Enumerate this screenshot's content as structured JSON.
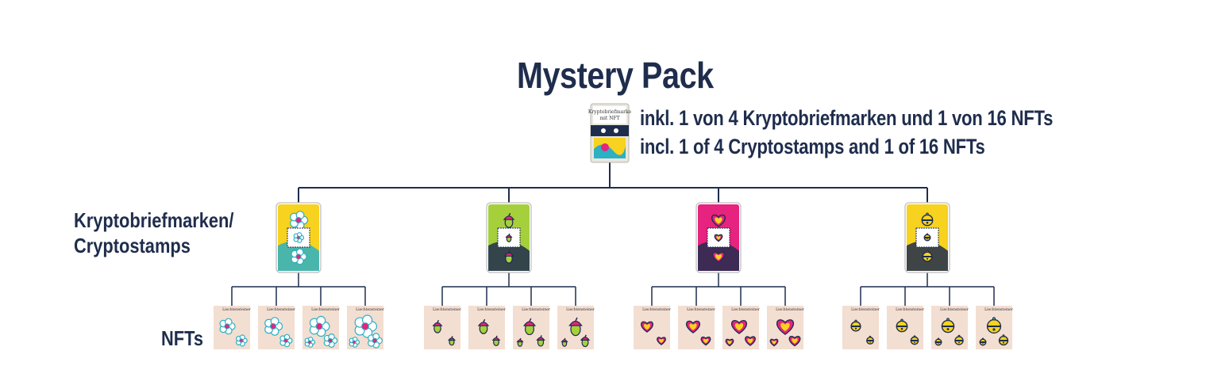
{
  "title": "Mystery Pack",
  "pack": {
    "label_line1": "Kryptobriefmarke",
    "label_line2": "mit NFT"
  },
  "subtitle_de": "inkl. 1 von 4 Kryptobriefmarken und 1 von 16 NFTs",
  "subtitle_en": "incl. 1 of 4 Cryptostamps and 1 of 16 NFTs",
  "row_labels": {
    "stamps_line1": "Kryptobriefmarken/",
    "stamps_line2": "Cryptostamps",
    "nfts": "NFTs"
  },
  "stamps": [
    {
      "motif": "flower",
      "colors": [
        "#f7d21f",
        "#e6237e",
        "#2bb0c4"
      ]
    },
    {
      "motif": "acorn",
      "colors": [
        "#a6cf3c",
        "#e6237e",
        "#1f2d4d"
      ]
    },
    {
      "motif": "heart",
      "colors": [
        "#e6237e",
        "#f7d21f",
        "#1f2d4d"
      ]
    },
    {
      "motif": "bell",
      "colors": [
        "#f7d21f",
        "#2bb0c4",
        "#1f2d4d"
      ]
    }
  ],
  "nft_label": "Liechtensteiner",
  "line_color": "#1f2d4d"
}
